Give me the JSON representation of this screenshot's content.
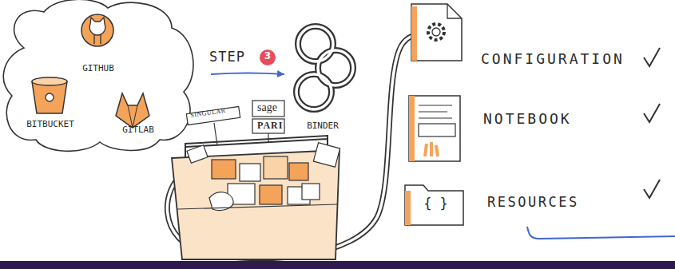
{
  "diagram": {
    "nodes": [
      {
        "text": [
          "GITHUB"
        ]
      },
      {
        "text": [
          "BITBUCKET"
        ]
      },
      {
        "text": [
          "GITLAB"
        ]
      },
      {
        "text": [
          "STEP",
          "3"
        ]
      },
      {
        "text": [
          "BINDER"
        ]
      },
      {
        "text": [
          "CONFIGURATION"
        ]
      },
      {
        "text": [
          "NOTEBOOK"
        ]
      },
      {
        "text": [
          "{ }",
          "RESOURCES"
        ]
      }
    ],
    "edges": [
      {
        "from": 3,
        "to": 4,
        "arrow": "to"
      }
    ],
    "labels": [
      "SINGULAR",
      "sage",
      "PARI"
    ]
  }
}
